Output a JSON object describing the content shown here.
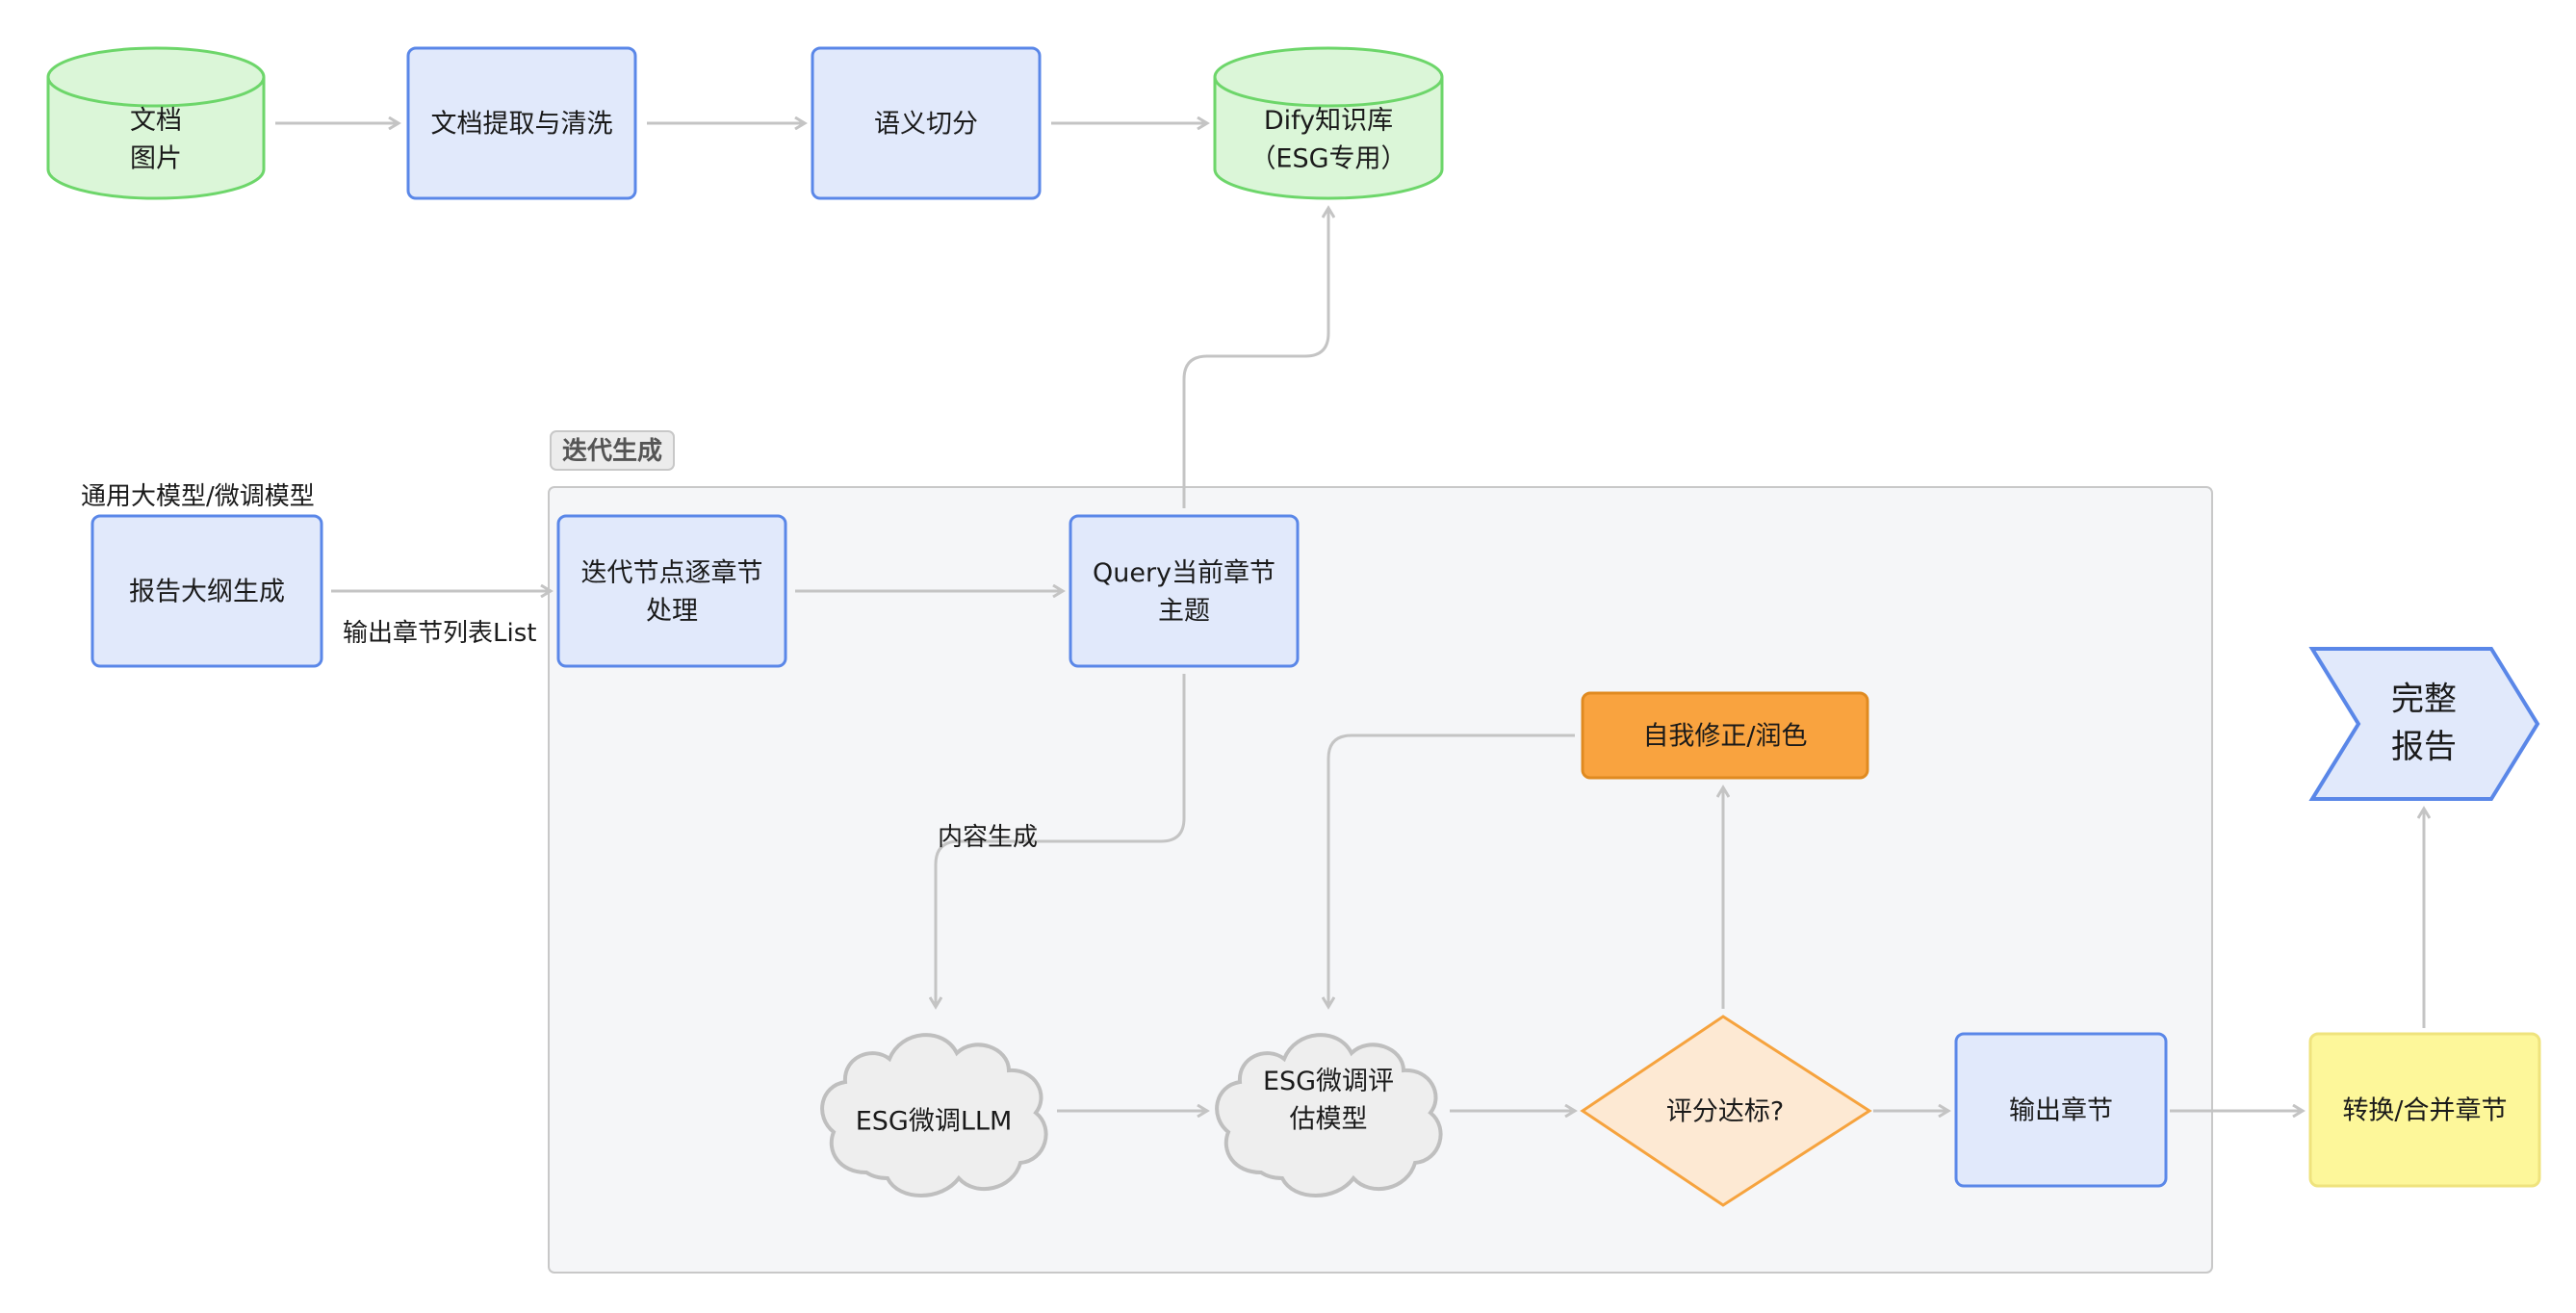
{
  "nodes": {
    "docs": {
      "lines": [
        "文档",
        "图片"
      ]
    },
    "extract": {
      "lines": [
        "文档提取与清洗"
      ]
    },
    "split": {
      "lines": [
        "语义切分"
      ]
    },
    "kb": {
      "lines": [
        "Dify知识库",
        "（ESG专用）"
      ]
    },
    "outline": {
      "lines": [
        "报告大纲生成"
      ]
    },
    "iter_node": {
      "lines": [
        "迭代节点逐章节",
        "处理"
      ]
    },
    "query": {
      "lines": [
        "Query当前章节",
        "主题"
      ]
    },
    "llm": {
      "lines": [
        "ESG微调LLM"
      ]
    },
    "eval": {
      "lines": [
        "ESG微调评",
        "估模型"
      ]
    },
    "check": {
      "lines": [
        "评分达标?"
      ]
    },
    "revise": {
      "lines": [
        "自我修正/润色"
      ]
    },
    "out_chapter": {
      "lines": [
        "输出章节"
      ]
    },
    "merge": {
      "lines": [
        "转换/合并章节"
      ]
    },
    "report": {
      "lines": [
        "完整",
        "报告"
      ]
    }
  },
  "labels": {
    "outline_top": "通用大模型/微调模型",
    "outline_edge": "输出章节列表List",
    "content_gen": "内容生成",
    "group_title": "迭代生成"
  },
  "colors": {
    "blue_fill": "#e1e9fb",
    "blue_stroke": "#5a87e8",
    "green_fill": "#dbf6d8",
    "green_stroke": "#6dd66a",
    "orange_fill": "#f9a33f",
    "orange_stroke": "#e08a20",
    "diamond_fill": "#fde9d3",
    "diamond_stroke": "#f6a33e",
    "cloud_fill": "#eeeeee",
    "cloud_stroke": "#bfbfbf",
    "yellow_fill": "#fdf79a",
    "yellow_stroke": "#efe37d",
    "group_fill": "#f5f6f8",
    "group_stroke": "#c8c8c8",
    "edge": "#c4c4c4"
  }
}
